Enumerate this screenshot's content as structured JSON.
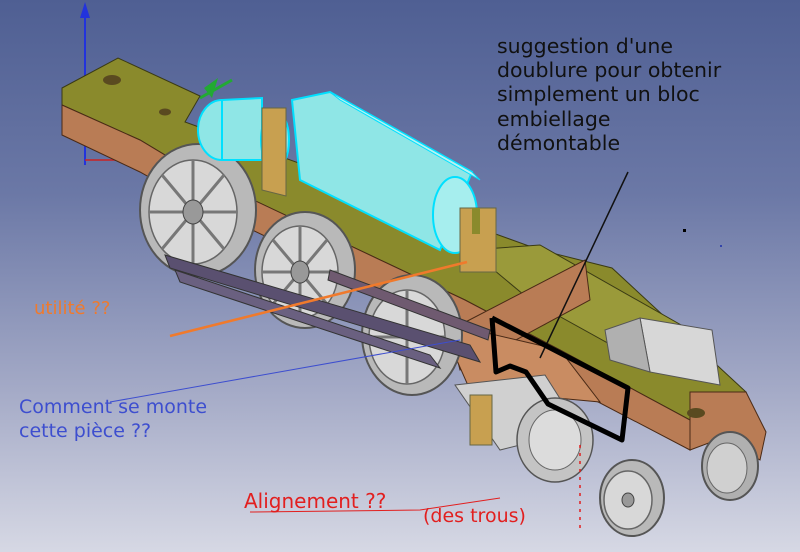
{
  "annotations": {
    "suggestion": "suggestion d'une\ndoublure pour obtenir\nsimplement un bloc\nembiellage\ndémontable",
    "utilite": "utilité ??",
    "comment": "Comment se monte\ncette pièce ??",
    "alignement": "Alignement ??",
    "trous": "(des trous)"
  },
  "colors": {
    "background_top": "#4f5f93",
    "background_bottom": "#d6d8e4",
    "frame_copper": "#b97c55",
    "deck_olive": "#8a8a2c",
    "motor_cyan": "#8fe6e6",
    "wheel_grey": "#c8c8c8",
    "annotation_orange": "#f07a2c",
    "annotation_blue": "#3d4ecf",
    "annotation_red": "#e21f1f",
    "annotation_black": "#111111"
  },
  "icons": {
    "axis_z": "z-axis-arrow-icon",
    "axis_y": "y-axis-arrow-icon",
    "axis_x": "x-axis-arrow-icon"
  }
}
